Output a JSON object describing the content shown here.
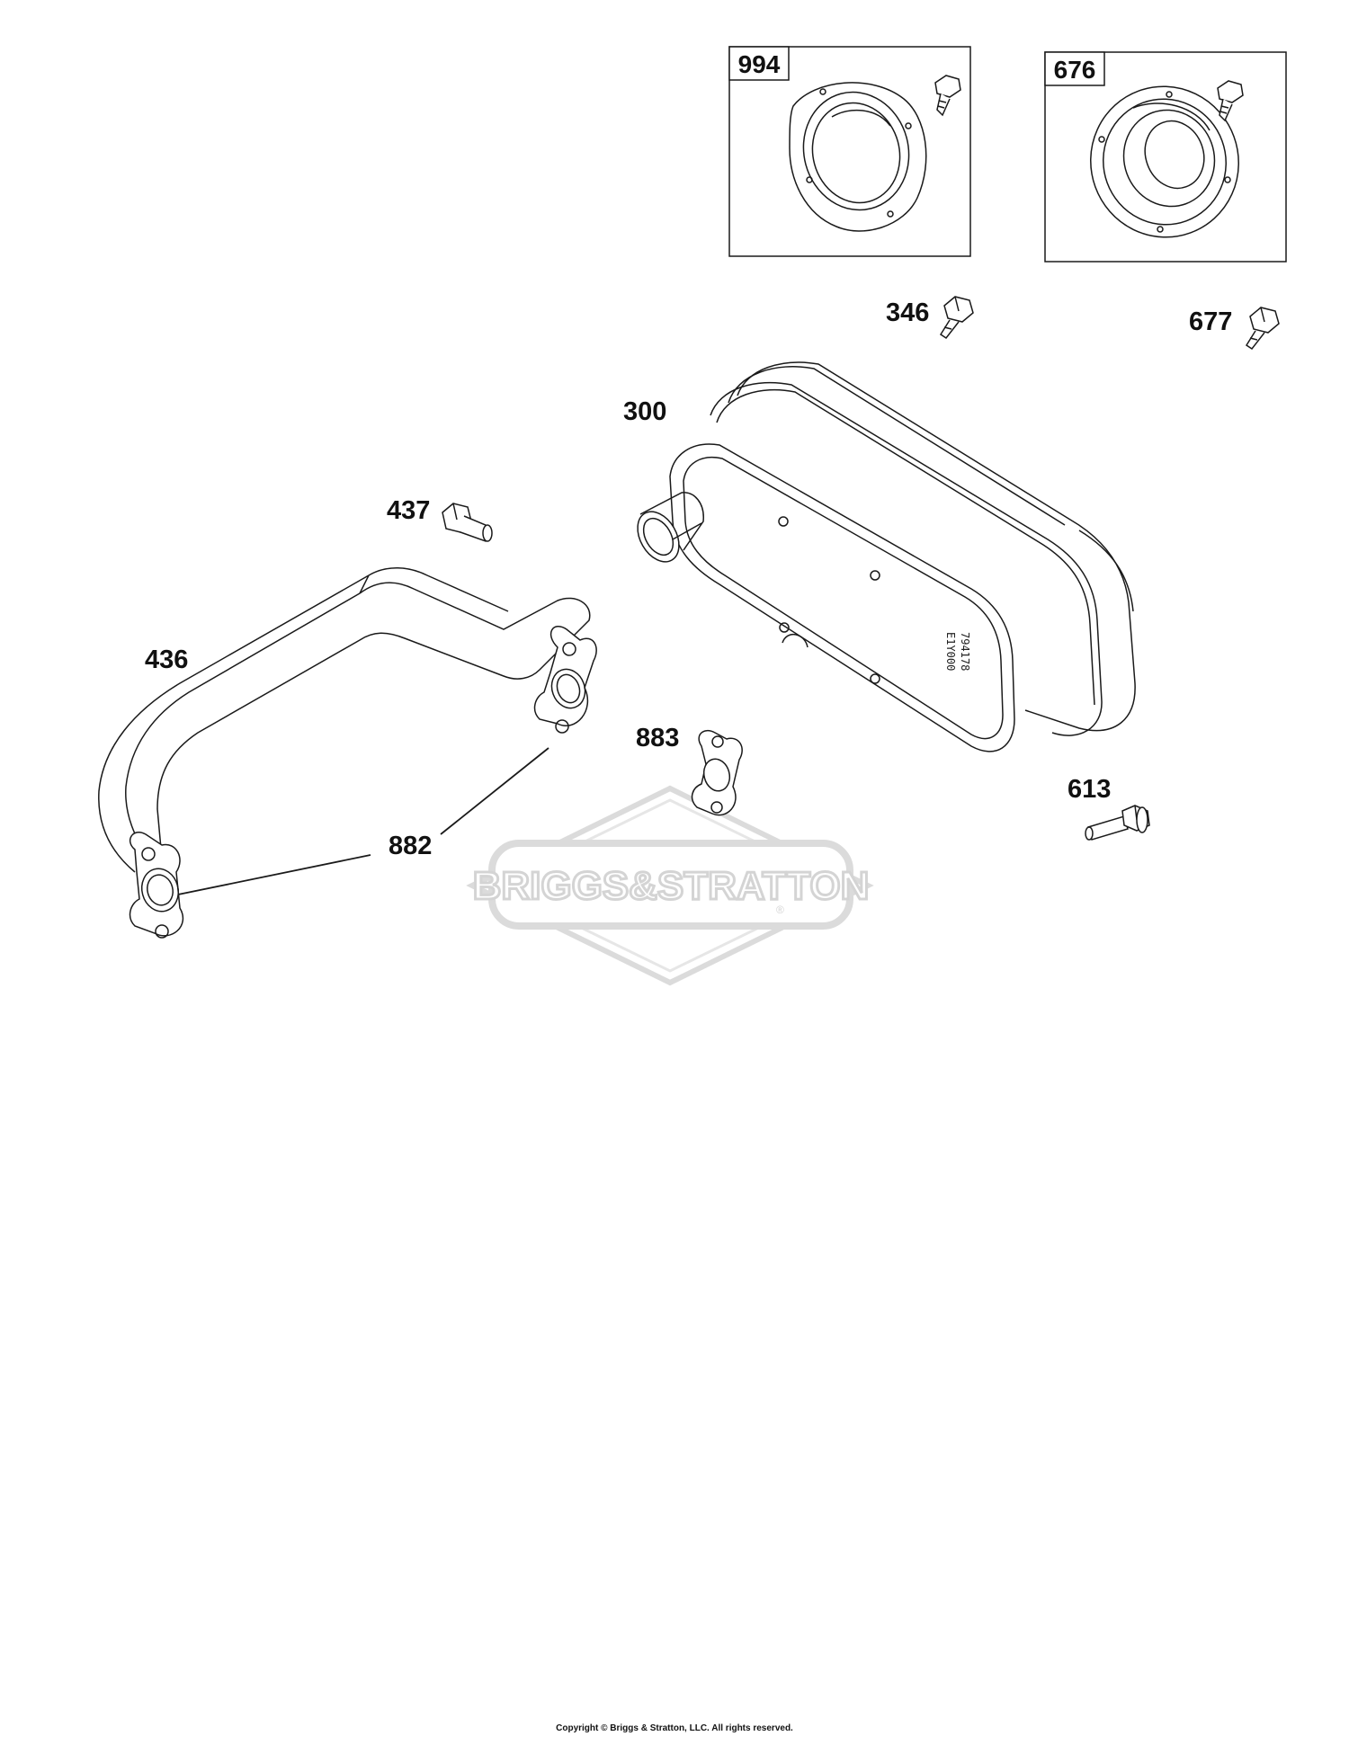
{
  "callouts": {
    "p994": "994",
    "p676": "676",
    "p346": "346",
    "p677": "677",
    "p300": "300",
    "p437": "437",
    "p436": "436",
    "p883": "883",
    "p613": "613",
    "p882": "882"
  },
  "muffler_stamp": {
    "line1": "794178",
    "line2": "E1Y000"
  },
  "watermark": {
    "text": "BRIGGS&STRATTON",
    "color": "#d8d8d8"
  },
  "copyright": "Copyright © Briggs & Stratton, LLC. All rights reserved.",
  "colors": {
    "line": "#1a1a1a",
    "background": "#ffffff"
  }
}
